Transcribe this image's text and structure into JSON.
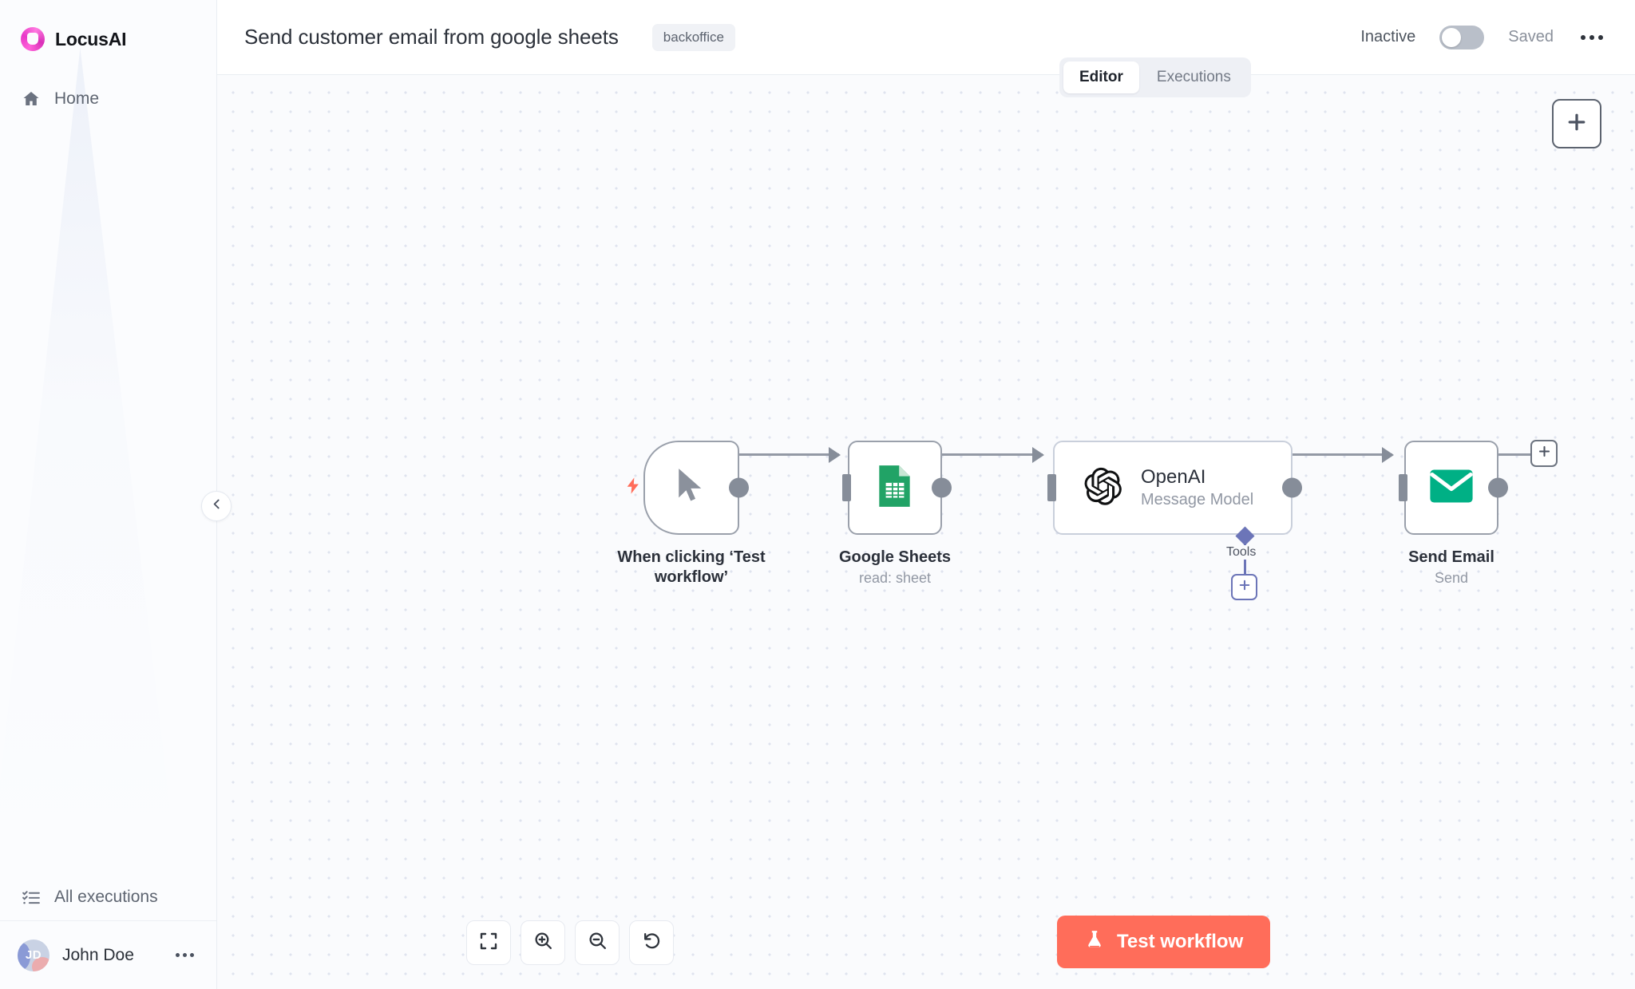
{
  "sidebar": {
    "brand": {
      "name": "LocusAI",
      "logo_icon": "locus-ring-logo"
    },
    "items": [
      {
        "label": "Home",
        "icon": "home-icon"
      }
    ],
    "bottom_items": [
      {
        "label": "All executions",
        "icon": "executions-list-icon"
      }
    ],
    "user": {
      "name": "John Doe",
      "initials": "JD",
      "menu_icon": "ellipsis-icon"
    },
    "collapse_icon": "chevron-left-icon"
  },
  "topbar": {
    "workflow_title": "Send customer email from google sheets",
    "tag": "backoffice",
    "active_label": "Inactive",
    "toggle_state": "off",
    "saved_label": "Saved",
    "menu_icon": "ellipsis-icon"
  },
  "tabs": [
    {
      "label": "Editor",
      "active": true
    },
    {
      "label": "Executions",
      "active": false
    }
  ],
  "canvas": {
    "add_node_button": {
      "icon": "plus-icon"
    },
    "nodes": [
      {
        "id": "trigger",
        "title": "When clicking ‘Test workflow’",
        "subtitle": "",
        "icon": "cursor-pointer-icon",
        "badge_icon": "lightning-bolt-icon"
      },
      {
        "id": "google-sheets",
        "title": "Google Sheets",
        "subtitle": "read: sheet",
        "icon": "google-sheets-icon",
        "badge_icon": ""
      },
      {
        "id": "openai",
        "title": "OpenAI",
        "subtitle": "Message Model",
        "icon": "openai-icon",
        "badge_icon": ""
      },
      {
        "id": "send-email",
        "title": "Send Email",
        "subtitle": "Send",
        "icon": "envelope-icon",
        "badge_icon": ""
      }
    ],
    "sub_connector": {
      "label": "Tools",
      "plus_icon": "plus-icon"
    },
    "tail_add": {
      "icon": "plus-icon"
    },
    "controls": [
      {
        "name": "fit-to-view",
        "icon": "fit-screen-icon"
      },
      {
        "name": "zoom-in",
        "icon": "magnifier-plus-icon"
      },
      {
        "name": "zoom-out",
        "icon": "magnifier-minus-icon"
      },
      {
        "name": "reset-zoom",
        "icon": "undo-arrow-icon"
      }
    ],
    "test_button": {
      "label": "Test workflow",
      "icon": "flask-icon"
    }
  },
  "colors": {
    "accent": "#ff6d5a",
    "brand": "#e838c8",
    "tools": "#6c75b8",
    "sheets_green": "#21a366",
    "email_green": "#00b085"
  }
}
